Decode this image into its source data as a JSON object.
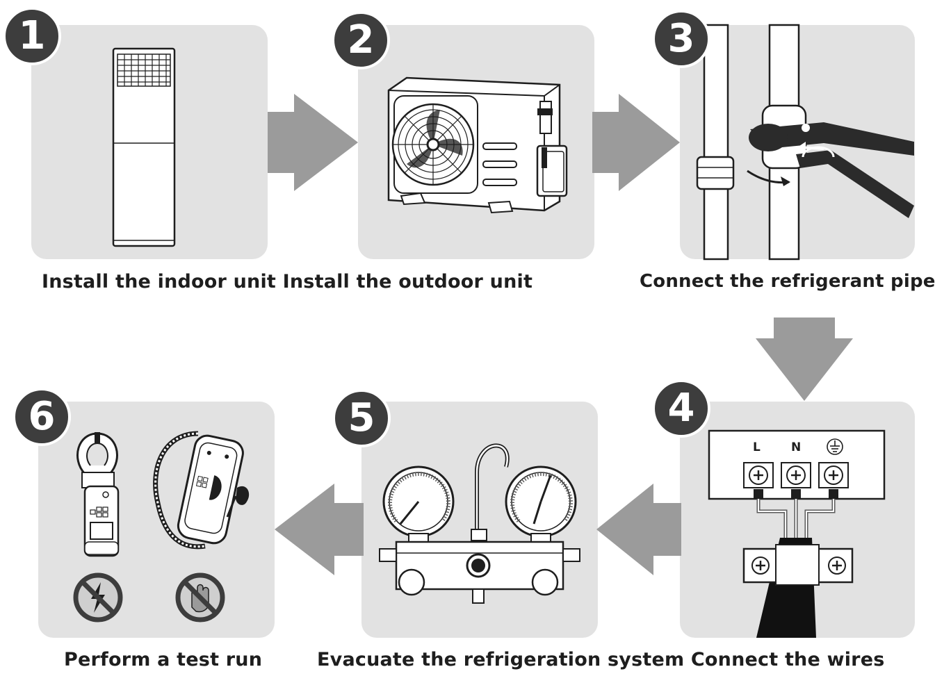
{
  "steps": [
    {
      "number": "1"
    },
    {
      "number": "2"
    },
    {
      "number": "3"
    },
    {
      "number": "4"
    },
    {
      "number": "5"
    },
    {
      "number": "6"
    }
  ],
  "captions": {
    "top_left": "Install the indoor unit Install the outdoor unit",
    "top_right": "Connect the refrigerant pipes",
    "bottom_left": "Perform a test run",
    "bottom_right": "Evacuate the refrigeration system Connect the wires"
  },
  "terminals": {
    "l": "L",
    "n": "N"
  },
  "colors": {
    "panel": "#e2e2e2",
    "badge": "#3d3d3d",
    "arrow": "#9b9b9b",
    "ink": "#1e1e1e"
  },
  "icons": [
    "indoor-unit-icon",
    "outdoor-unit-icon",
    "wrench-pipes-icon",
    "terminal-block-icon",
    "manifold-gauge-icon",
    "clamp-meter-icon",
    "leak-detector-icon",
    "no-electric-icon",
    "no-touch-icon",
    "ground-icon"
  ]
}
